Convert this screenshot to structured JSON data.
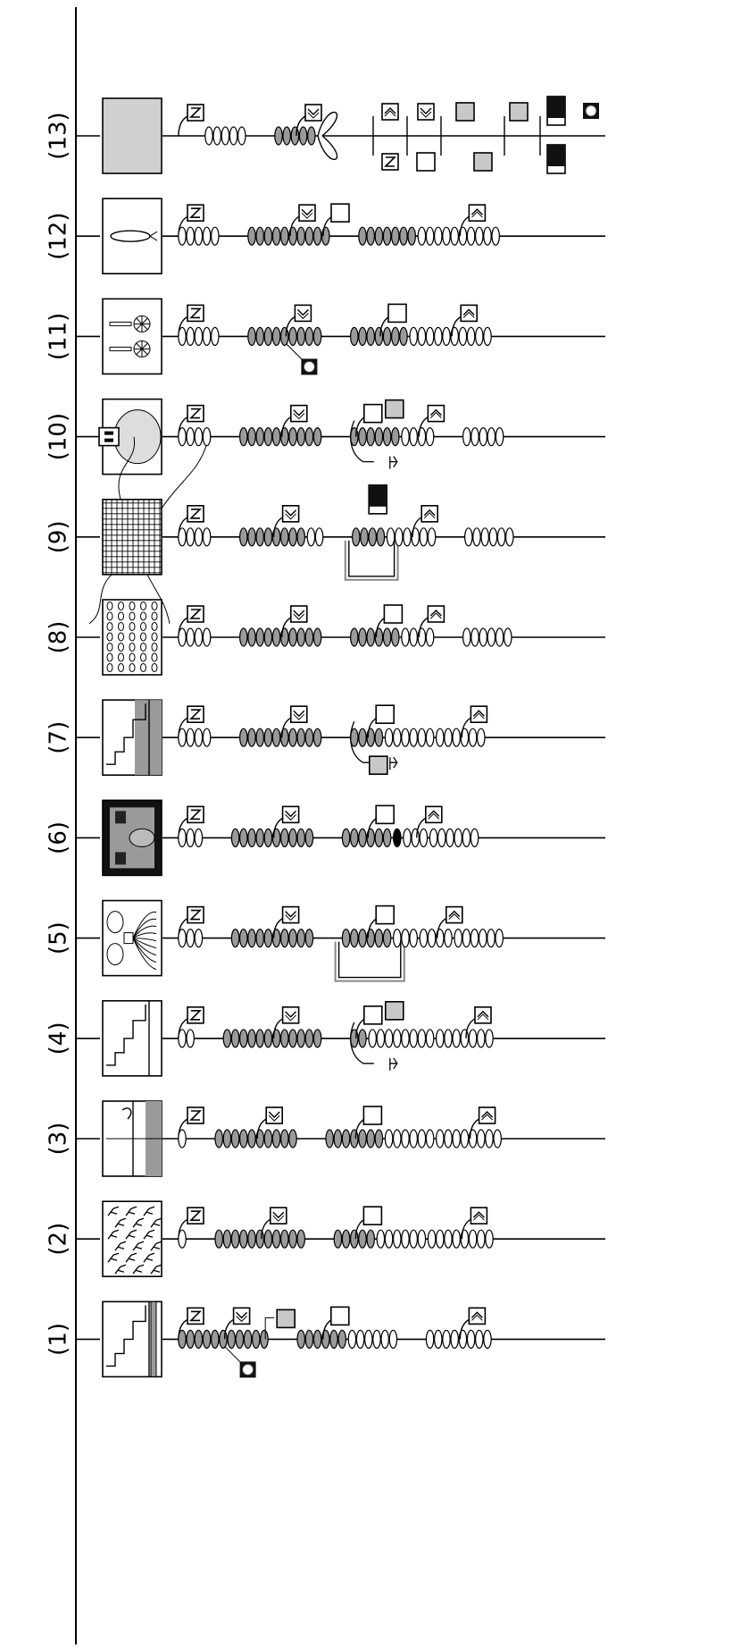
{
  "rows": [
    {
      "label": "(13)",
      "thumb": "gray-box",
      "domains": [
        {
          "kind": "Z"
        },
        {
          "kind": "gap"
        },
        {
          "kind": "seg",
          "fill": "w",
          "n": 5
        },
        {
          "kind": "gap"
        },
        {
          "kind": "seg",
          "fill": "g",
          "n": 5,
          "mark": "V"
        },
        {
          "kind": "leaf"
        },
        {
          "kind": "gap"
        },
        {
          "kind": "branch"
        }
      ]
    },
    {
      "label": "(12)",
      "thumb": "cell-oval",
      "domains": [
        {
          "kind": "Z"
        },
        {
          "kind": "seg",
          "fill": "w",
          "n": 5
        },
        {
          "kind": "gap"
        },
        {
          "kind": "seg",
          "fill": "g",
          "n": 10,
          "mark": "V",
          "mark2": "box"
        },
        {
          "kind": "gap"
        },
        {
          "kind": "seg",
          "fill": "g",
          "n": 7
        },
        {
          "kind": "seg",
          "fill": "w",
          "n": 10,
          "mark": "A"
        }
      ]
    },
    {
      "label": "(11)",
      "thumb": "pinwheels",
      "domains": [
        {
          "kind": "Z"
        },
        {
          "kind": "seg",
          "fill": "w",
          "n": 5
        },
        {
          "kind": "gap"
        },
        {
          "kind": "seg",
          "fill": "g",
          "n": 9,
          "mark": "V",
          "below": "rosette"
        },
        {
          "kind": "gap"
        },
        {
          "kind": "seg",
          "fill": "g",
          "n": 7,
          "mark": "box"
        },
        {
          "kind": "seg",
          "fill": "w",
          "n": 10,
          "mark": "A"
        }
      ]
    },
    {
      "label": "(10)",
      "thumb": "face-mask",
      "domains": [
        {
          "kind": "Z"
        },
        {
          "kind": "seg",
          "fill": "w",
          "n": 4
        },
        {
          "kind": "gap"
        },
        {
          "kind": "seg",
          "fill": "g",
          "n": 10,
          "mark": "V"
        },
        {
          "kind": "gap"
        },
        {
          "kind": "seg",
          "fill": "g",
          "n": 6,
          "mark": "box2",
          "below": "tri"
        },
        {
          "kind": "seg",
          "fill": "w",
          "n": 4,
          "mark": "A"
        },
        {
          "kind": "gap"
        },
        {
          "kind": "seg",
          "fill": "w",
          "n": 5
        }
      ]
    },
    {
      "label": "(9)",
      "thumb": "mesh",
      "domains": [
        {
          "kind": "Z"
        },
        {
          "kind": "seg",
          "fill": "w",
          "n": 4
        },
        {
          "kind": "gap"
        },
        {
          "kind": "seg",
          "fill": "g",
          "n": 8,
          "mark": "V"
        },
        {
          "kind": "seg",
          "fill": "w",
          "n": 2
        },
        {
          "kind": "gap"
        },
        {
          "kind": "seg",
          "fill": "g",
          "n": 4,
          "mark": "blk",
          "loop": true
        },
        {
          "kind": "seg",
          "fill": "w",
          "n": 6,
          "mark": "A"
        },
        {
          "kind": "gap"
        },
        {
          "kind": "seg",
          "fill": "w",
          "n": 6
        }
      ]
    },
    {
      "label": "(8)",
      "thumb": "dots-grid",
      "domains": [
        {
          "kind": "Z"
        },
        {
          "kind": "seg",
          "fill": "w",
          "n": 4
        },
        {
          "kind": "gap"
        },
        {
          "kind": "seg",
          "fill": "g",
          "n": 10,
          "mark": "V"
        },
        {
          "kind": "gap"
        },
        {
          "kind": "seg",
          "fill": "g",
          "n": 6,
          "mark": "box"
        },
        {
          "kind": "seg",
          "fill": "w",
          "n": 4,
          "mark": "A"
        },
        {
          "kind": "gap"
        },
        {
          "kind": "seg",
          "fill": "w",
          "n": 6
        }
      ]
    },
    {
      "label": "(7)",
      "thumb": "steps-gray",
      "domains": [
        {
          "kind": "Z"
        },
        {
          "kind": "seg",
          "fill": "w",
          "n": 4
        },
        {
          "kind": "gap"
        },
        {
          "kind": "seg",
          "fill": "g",
          "n": 10,
          "mark": "V"
        },
        {
          "kind": "gap"
        },
        {
          "kind": "seg",
          "fill": "g",
          "n": 4,
          "mark": "box",
          "below": "tri1"
        },
        {
          "kind": "seg",
          "fill": "w",
          "n": 6
        },
        {
          "kind": "seg",
          "fill": "w",
          "n": 6,
          "mark": "A"
        }
      ]
    },
    {
      "label": "(6)",
      "thumb": "dark-face",
      "domains": [
        {
          "kind": "Z"
        },
        {
          "kind": "seg",
          "fill": "w",
          "n": 3
        },
        {
          "kind": "gap"
        },
        {
          "kind": "seg",
          "fill": "g",
          "n": 10,
          "mark": "V"
        },
        {
          "kind": "gap"
        },
        {
          "kind": "seg",
          "fill": "g",
          "n": 6,
          "mark": "box"
        },
        {
          "kind": "seg",
          "fill": "b",
          "n": 1
        },
        {
          "kind": "seg",
          "fill": "w",
          "n": 3,
          "mark": "A"
        },
        {
          "kind": "seg",
          "fill": "w",
          "n": 6
        }
      ]
    },
    {
      "label": "(5)",
      "thumb": "spider-face",
      "domains": [
        {
          "kind": "Z"
        },
        {
          "kind": "seg",
          "fill": "w",
          "n": 3
        },
        {
          "kind": "gap"
        },
        {
          "kind": "seg",
          "fill": "g",
          "n": 10,
          "mark": "V"
        },
        {
          "kind": "gap"
        },
        {
          "kind": "seg",
          "fill": "g",
          "n": 6,
          "mark": "box",
          "loop": true
        },
        {
          "kind": "seg",
          "fill": "w",
          "n": 3
        },
        {
          "kind": "seg",
          "fill": "w",
          "n": 4,
          "mark": "A"
        },
        {
          "kind": "seg",
          "fill": "w",
          "n": 6
        }
      ]
    },
    {
      "label": "(4)",
      "thumb": "steps-white",
      "domains": [
        {
          "kind": "Z"
        },
        {
          "kind": "seg",
          "fill": "w",
          "n": 2
        },
        {
          "kind": "gap"
        },
        {
          "kind": "seg",
          "fill": "g",
          "n": 12,
          "mark": "V"
        },
        {
          "kind": "gap"
        },
        {
          "kind": "seg",
          "fill": "g",
          "n": 2,
          "mark": "box2",
          "below": "tri"
        },
        {
          "kind": "seg",
          "fill": "w",
          "n": 8
        },
        {
          "kind": "seg",
          "fill": "w",
          "n": 7,
          "mark": "A"
        }
      ]
    },
    {
      "label": "(3)",
      "thumb": "split-hook",
      "domains": [
        {
          "kind": "Z"
        },
        {
          "kind": "seg",
          "fill": "w",
          "n": 1
        },
        {
          "kind": "gap"
        },
        {
          "kind": "seg",
          "fill": "g",
          "n": 10,
          "mark": "V"
        },
        {
          "kind": "gap"
        },
        {
          "kind": "seg",
          "fill": "g",
          "n": 7,
          "mark": "box"
        },
        {
          "kind": "seg",
          "fill": "w",
          "n": 6
        },
        {
          "kind": "seg",
          "fill": "w",
          "n": 8,
          "mark": "A"
        }
      ]
    },
    {
      "label": "(2)",
      "thumb": "thorns",
      "domains": [
        {
          "kind": "Z"
        },
        {
          "kind": "seg",
          "fill": "w",
          "n": 1
        },
        {
          "kind": "gap"
        },
        {
          "kind": "seg",
          "fill": "g",
          "n": 11,
          "mark": "V"
        },
        {
          "kind": "gap"
        },
        {
          "kind": "seg",
          "fill": "g",
          "n": 5,
          "mark": "box"
        },
        {
          "kind": "seg",
          "fill": "w",
          "n": 6
        },
        {
          "kind": "seg",
          "fill": "w",
          "n": 8,
          "mark": "A"
        }
      ]
    },
    {
      "label": "(1)",
      "thumb": "steps-stripe",
      "domains": [
        {
          "kind": "Z"
        },
        {
          "kind": "seg",
          "fill": "g",
          "n": 11,
          "mark": "V",
          "below": "rosette",
          "side": "tbox"
        },
        {
          "kind": "gap"
        },
        {
          "kind": "seg",
          "fill": "g",
          "n": 6,
          "mark": "box"
        },
        {
          "kind": "seg",
          "fill": "w",
          "n": 6
        },
        {
          "kind": "gap"
        },
        {
          "kind": "seg",
          "fill": "w",
          "n": 8,
          "mark": "A"
        }
      ]
    }
  ]
}
